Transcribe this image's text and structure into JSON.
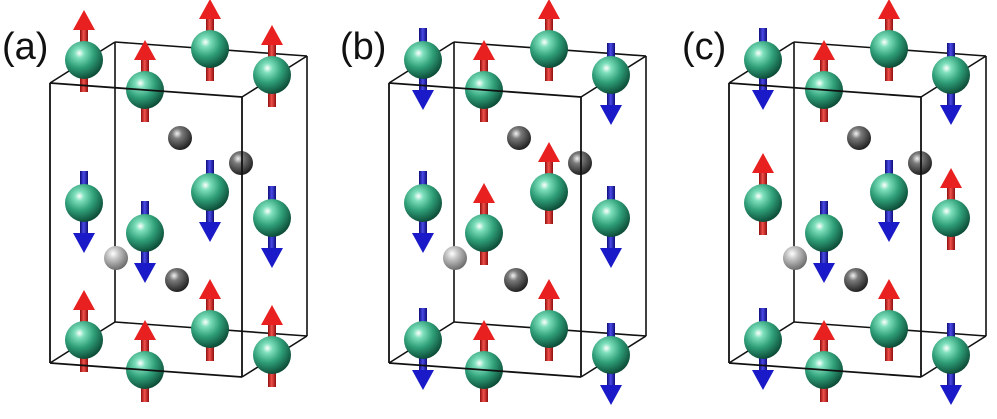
{
  "panels": [
    {
      "label": "(a)",
      "spins": {
        "top": [
          "up",
          "up",
          "up",
          "up"
        ],
        "mid": [
          "down",
          "down",
          "down",
          "down"
        ],
        "bot": [
          "up",
          "up",
          "up",
          "up"
        ]
      }
    },
    {
      "label": "(b)",
      "spins": {
        "top": [
          "down",
          "up",
          "up",
          "down"
        ],
        "mid": [
          "down",
          "up",
          "up",
          "down"
        ],
        "bot": [
          "down",
          "up",
          "up",
          "down"
        ]
      }
    },
    {
      "label": "(c)",
      "spins": {
        "top": [
          "down",
          "up",
          "up",
          "down"
        ],
        "mid": [
          "up",
          "down",
          "down",
          "up"
        ],
        "bot": [
          "down",
          "up",
          "up",
          "down"
        ]
      }
    }
  ],
  "colors": {
    "spin_up": "#e8201f",
    "spin_down": "#1a1ac8",
    "magnetic_atom": "#2f9f78",
    "nonmagnetic_atom": "#505050",
    "cell_edge": "#111111"
  }
}
